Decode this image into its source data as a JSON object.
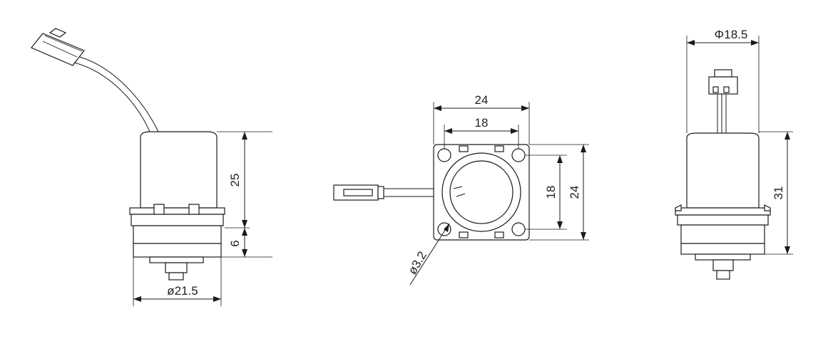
{
  "views": {
    "side": {
      "height_upper": "25",
      "height_lower": "6",
      "base_diameter": "ø21.5"
    },
    "top": {
      "width_outer": "24",
      "width_holes": "18",
      "height_holes": "18",
      "height_outer": "24",
      "hole_diameter": "ø3.2"
    },
    "front": {
      "body_diameter": "Φ18.5",
      "total_height": "31"
    }
  }
}
